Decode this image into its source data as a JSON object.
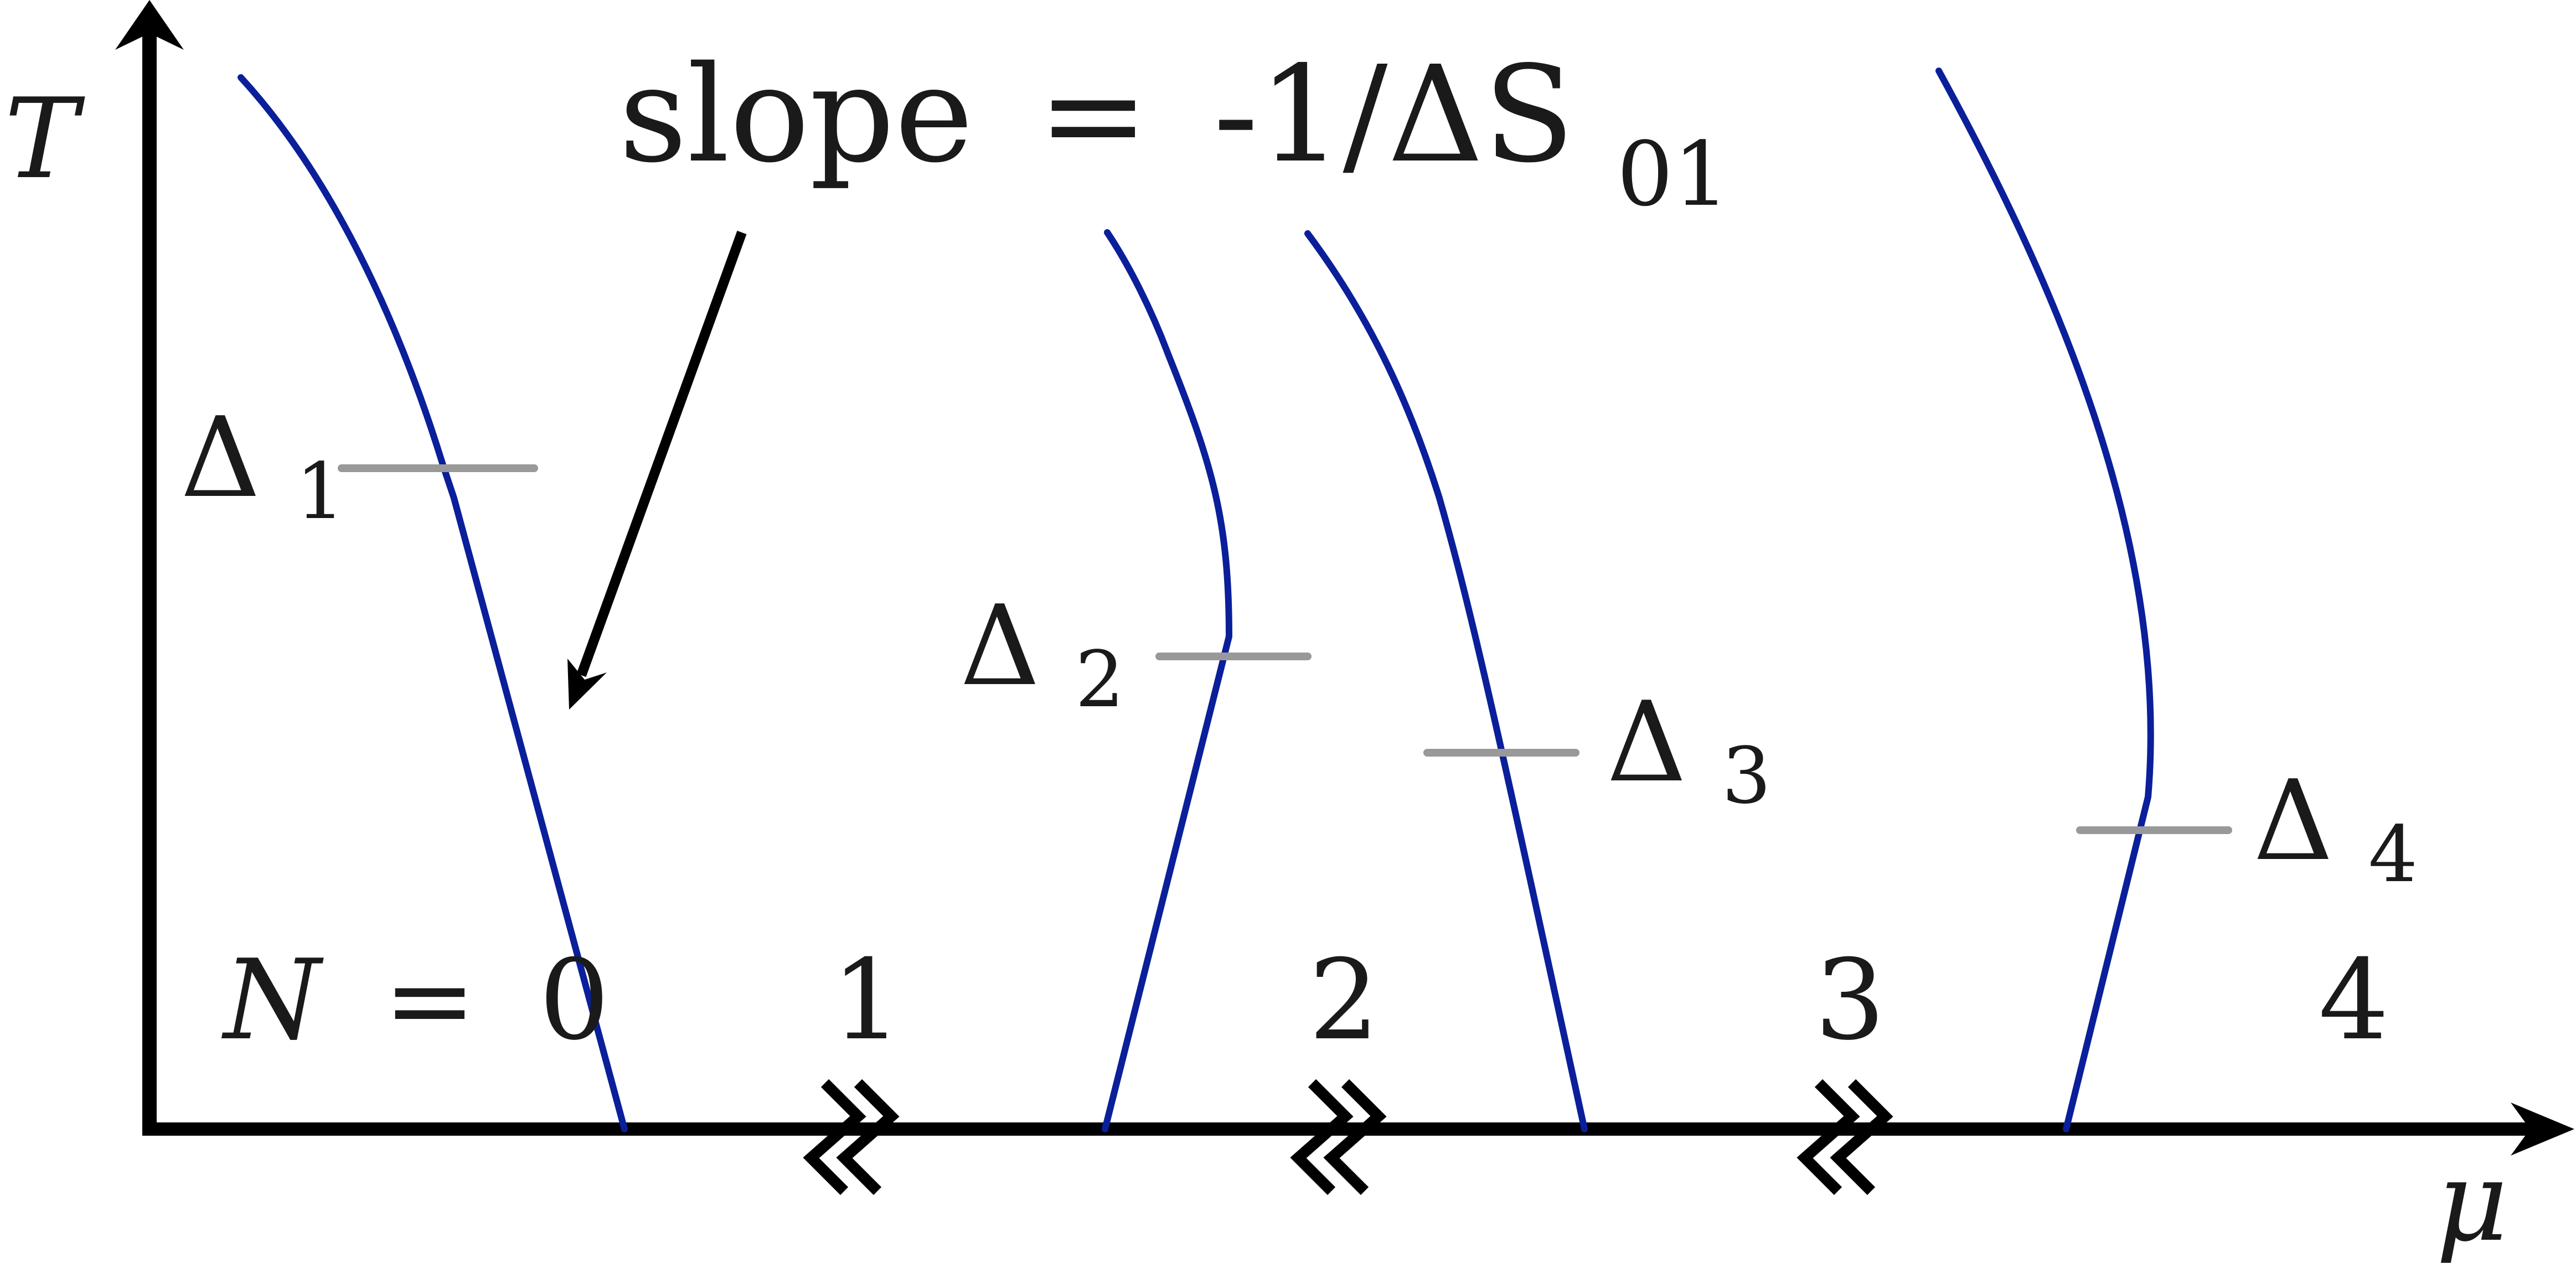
{
  "axes": {
    "y_label": "T",
    "x_label": "μ"
  },
  "annotation": {
    "lhs": "slope",
    "equals": "=",
    "rhs": "-1/ΔS",
    "subscript": "01"
  },
  "regions": {
    "first": {
      "var": "N",
      "equals": "=",
      "value": "0"
    },
    "labels": [
      "1",
      "2",
      "3",
      "4"
    ]
  },
  "gap_labels": [
    {
      "symbol": "Δ",
      "subscript": "1"
    },
    {
      "symbol": "Δ",
      "subscript": "2"
    },
    {
      "symbol": "Δ",
      "subscript": "3"
    },
    {
      "symbol": "Δ",
      "subscript": "4"
    }
  ],
  "colors": {
    "boundary": "#0b1f9a",
    "gap_marker": "#999999",
    "axis": "#000000",
    "text": "#1a1a1a"
  },
  "icons": {
    "axis_break": "double-chevron-break-icon"
  }
}
